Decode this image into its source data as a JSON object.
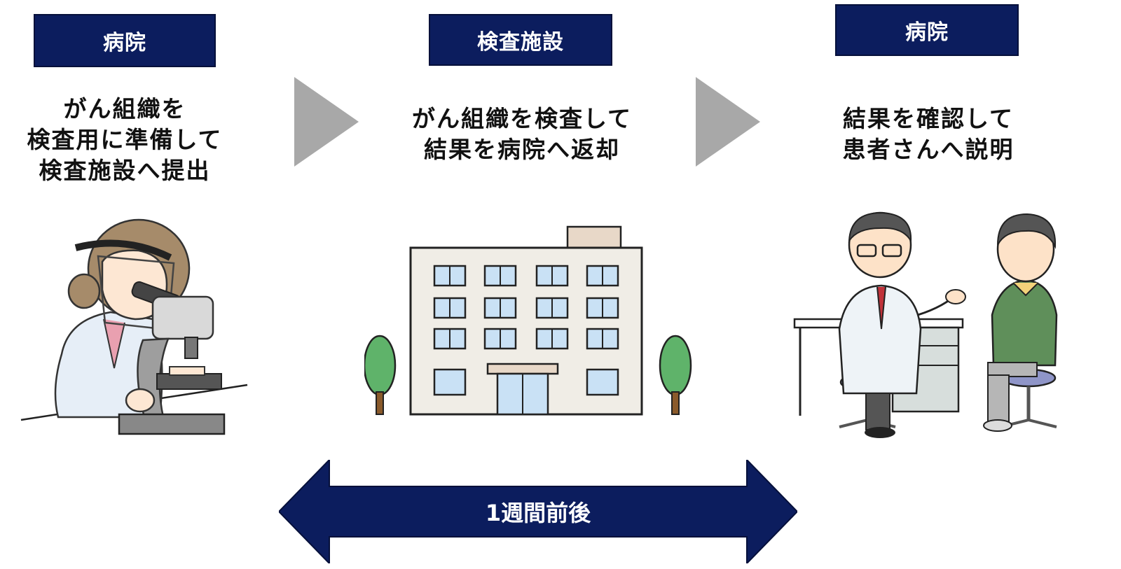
{
  "stages": [
    {
      "label": "病院",
      "lines": [
        "がん組織を",
        "検査用に準備して",
        "検査施設へ提出"
      ]
    },
    {
      "label": "検査施設",
      "lines": [
        "がん組織を検査して",
        "結果を病院へ返却"
      ]
    },
    {
      "label": "病院",
      "lines": [
        "結果を確認して",
        "患者さんへ説明"
      ]
    }
  ],
  "duration": {
    "label": "1週間前後"
  },
  "icons": {
    "step1": "lab-technician-microscope-illustration",
    "step2": "testing-facility-building-illustration",
    "step3": "doctor-patient-consultation-illustration",
    "flow_arrow": "triangle-right-arrow",
    "span_arrow": "double-headed-arrow"
  },
  "colors": {
    "navy": "#0c1d5e",
    "arrow_gray": "#a8a8a8"
  }
}
